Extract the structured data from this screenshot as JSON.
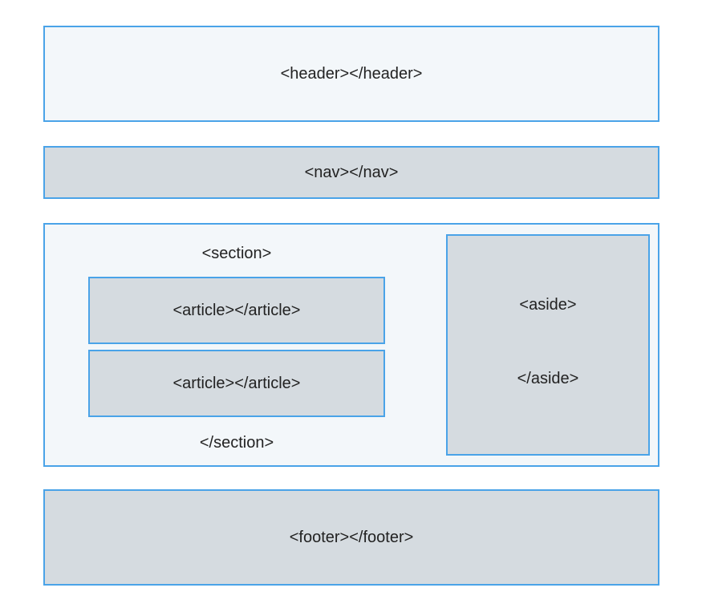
{
  "diagram": {
    "header": {
      "label": "<header></header>"
    },
    "nav": {
      "label": "<nav></nav>"
    },
    "section": {
      "open_label": "<section>",
      "close_label": "</section>",
      "articles": [
        {
          "label": "<article></article>"
        },
        {
          "label": "<article></article>"
        }
      ]
    },
    "aside": {
      "open_label": "<aside>",
      "close_label": "</aside>"
    },
    "footer": {
      "label": "<footer></footer>"
    }
  },
  "colors": {
    "border": "#4aa3e8",
    "light_fill": "#f3f7fa",
    "gray_fill": "#d5dbe0"
  }
}
